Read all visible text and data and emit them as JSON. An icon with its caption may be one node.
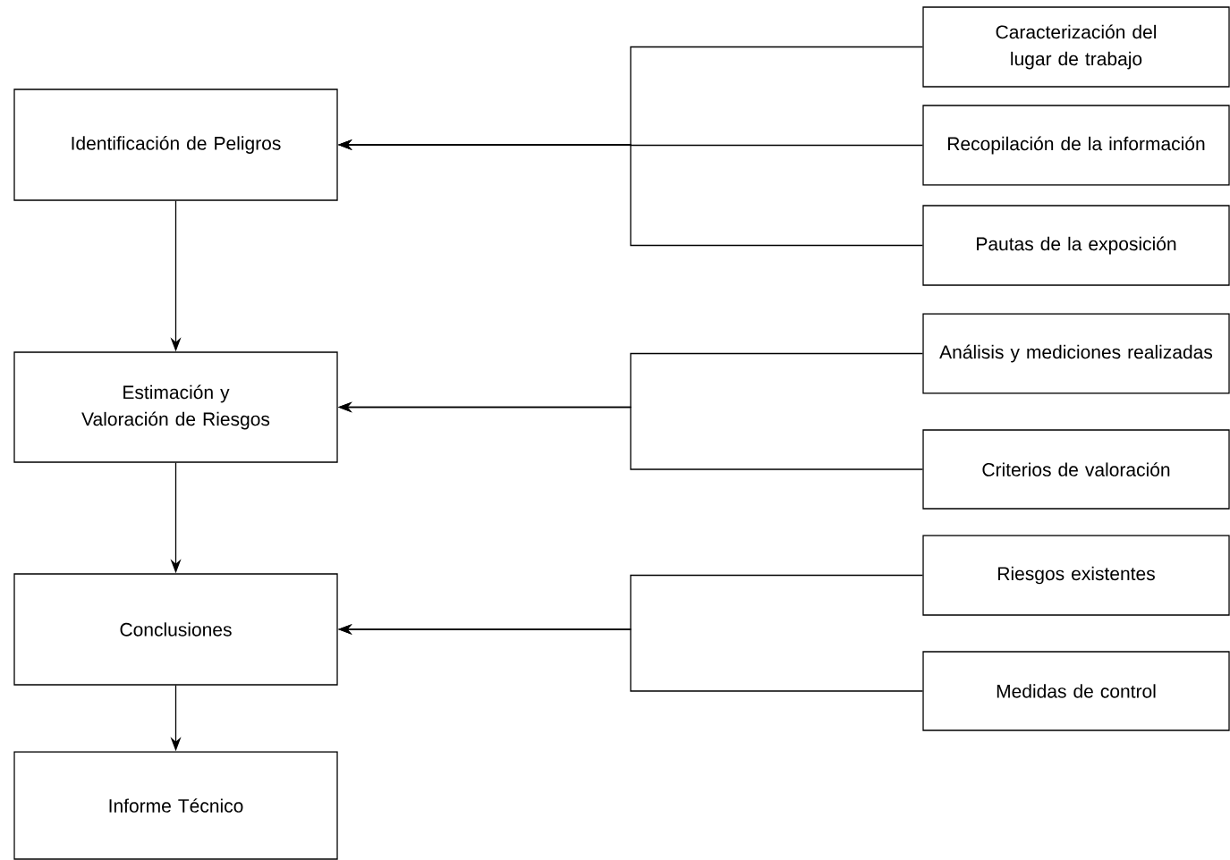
{
  "diagram": {
    "nodes": [
      {
        "text": [
          "Identificación de Peligros"
        ]
      },
      {
        "text": [
          "Estimación y Valoración de Riesgos"
        ]
      },
      {
        "text": [
          "Conclusiones"
        ]
      },
      {
        "text": [
          "Informe Técnico"
        ]
      },
      {
        "text": [
          "Caracterización del lugar de trabajo"
        ]
      },
      {
        "text": [
          "Recopilación de la información"
        ]
      },
      {
        "text": [
          "Pautas de la exposición"
        ]
      },
      {
        "text": [
          "Análisis y mediciones realizadas"
        ]
      },
      {
        "text": [
          "Criterios de valoración"
        ]
      },
      {
        "text": [
          "Riesgos existentes"
        ]
      },
      {
        "text": [
          "Medidas de control"
        ]
      }
    ],
    "edges": [
      {
        "from": 0,
        "to": 1,
        "arrow": "to"
      },
      {
        "from": 1,
        "to": 2,
        "arrow": "to"
      },
      {
        "from": 2,
        "to": 3,
        "arrow": "to"
      },
      {
        "from": 4,
        "to": 0,
        "arrow": "to"
      },
      {
        "from": 5,
        "to": 0,
        "arrow": "to"
      },
      {
        "from": 6,
        "to": 0,
        "arrow": "to"
      },
      {
        "from": 7,
        "to": 1,
        "arrow": "to"
      },
      {
        "from": 8,
        "to": 1,
        "arrow": "to"
      },
      {
        "from": 9,
        "to": 2,
        "arrow": "to"
      },
      {
        "from": 10,
        "to": 2,
        "arrow": "to"
      }
    ]
  }
}
